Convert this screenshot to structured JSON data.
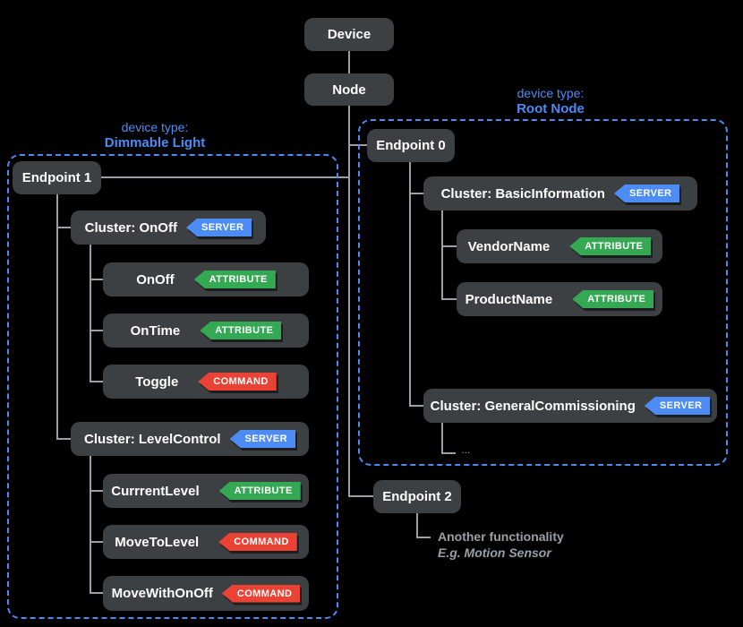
{
  "tree": {
    "device_label": "Device",
    "node_label": "Node"
  },
  "root_node_group": {
    "type_label": "device type:",
    "type_name": "Root Node",
    "endpoint_label": "Endpoint 0",
    "cluster_basic": {
      "label": "Cluster: BasicInformation",
      "badge": "SERVER"
    },
    "attr_vendor": {
      "label": "VendorName",
      "badge": "ATTRIBUTE"
    },
    "attr_product": {
      "label": "ProductName",
      "badge": "ATTRIBUTE"
    },
    "cluster_commissioning": {
      "label": "Cluster: GeneralCommissioning",
      "badge": "SERVER"
    },
    "ellipsis": "..."
  },
  "dimmable_group": {
    "type_label": "device type:",
    "type_name": "Dimmable Light",
    "endpoint_label": "Endpoint 1",
    "cluster_onoff": {
      "label": "Cluster: OnOff",
      "badge": "SERVER"
    },
    "attr_onoff": {
      "label": "OnOff",
      "badge": "ATTRIBUTE"
    },
    "attr_ontime": {
      "label": "OnTime",
      "badge": "ATTRIBUTE"
    },
    "cmd_toggle": {
      "label": "Toggle",
      "badge": "COMMAND"
    },
    "cluster_level": {
      "label": "Cluster: LevelControl",
      "badge": "SERVER"
    },
    "attr_current": {
      "label": "CurrrentLevel",
      "badge": "ATTRIBUTE"
    },
    "cmd_movetolevel": {
      "label": "MoveToLevel",
      "badge": "COMMAND"
    },
    "cmd_movewithonoff": {
      "label": "MoveWithOnOff",
      "badge": "COMMAND"
    }
  },
  "endpoint2": {
    "label": "Endpoint 2",
    "note_line1": "Another functionality",
    "note_line2": "E.g. Motion Sensor"
  },
  "colors": {
    "background": "#000000",
    "box": "#3c4043",
    "box_text": "#ffffff",
    "accent_blue": "#4d8cf5",
    "server_badge": "#4d8cf5",
    "attribute_badge": "#34a853",
    "command_badge": "#ea4335",
    "connector_gray": "#9aa0a6",
    "note_gray": "#9aa0a6"
  }
}
